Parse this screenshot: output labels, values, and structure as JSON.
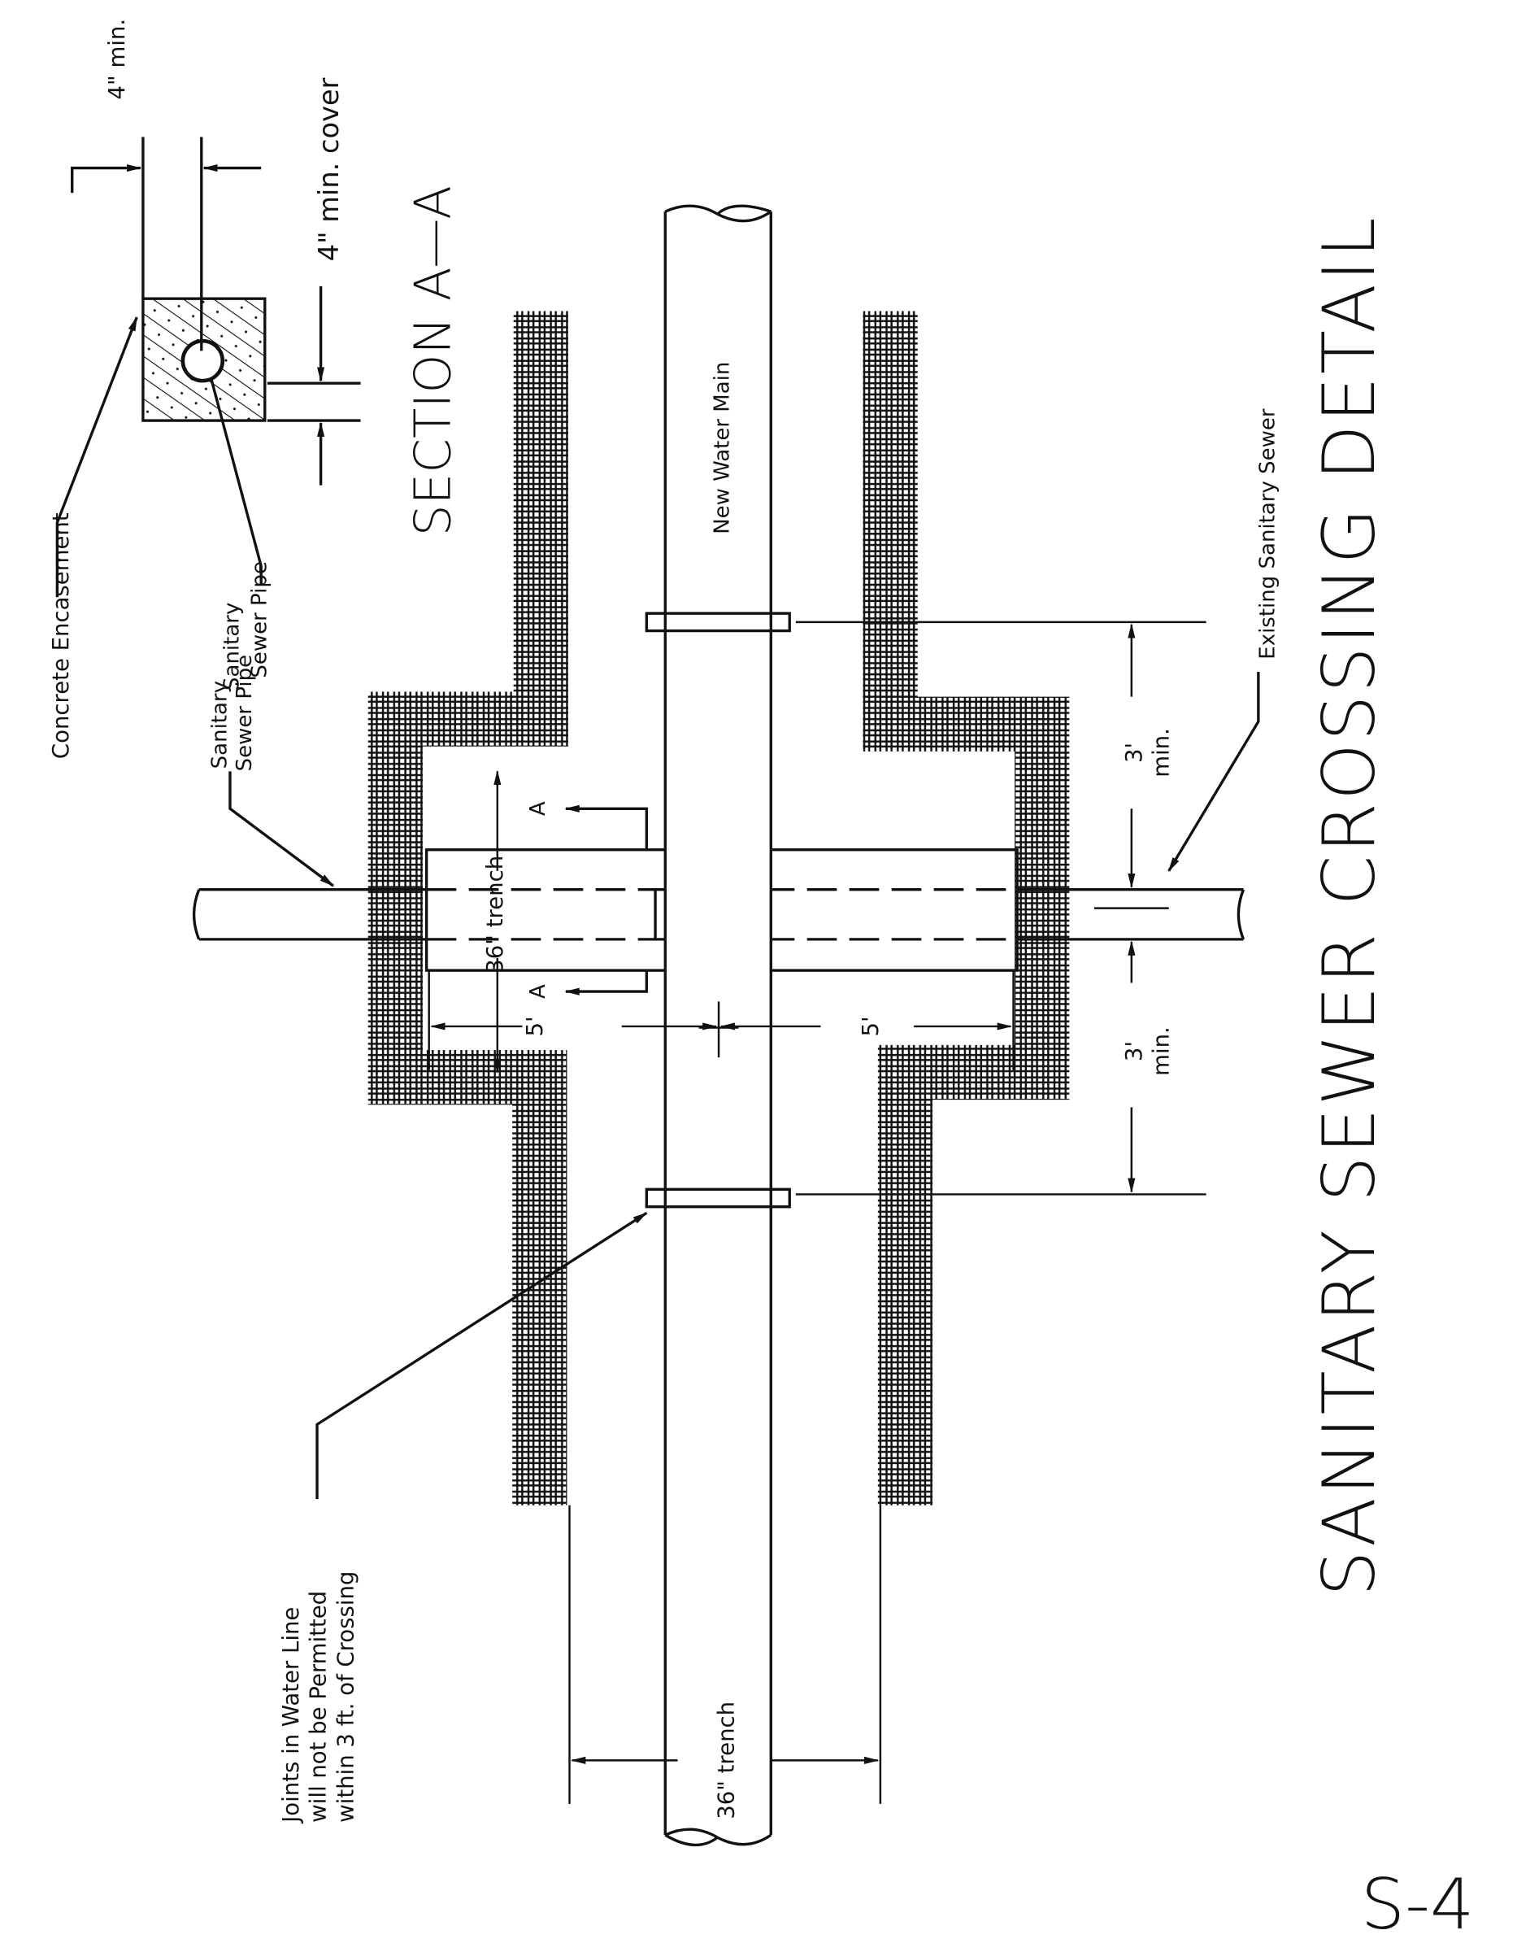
{
  "title": "SANITARY SEWER CROSSING DETAIL",
  "sheet_number": "S-4",
  "section": {
    "title": "SECTION A—A",
    "min_top": "4\" min.",
    "min_cover": "4\" min. cover",
    "concrete_label": "Concrete Encasement",
    "pipe_label_1": "Sanitary",
    "pipe_label_2": "Sewer Pipe"
  },
  "plan": {
    "water_main_label": "New Water Main",
    "existing_sewer_label": "Existing Sanitary Sewer",
    "sewer_pipe_label_1": "Sanitary",
    "sewer_pipe_label_2": "Sewer Pipe",
    "trench_top": "36\" trench",
    "trench_bottom": "36\" trench",
    "five_left": "5'",
    "five_right": "5'",
    "three_min_1a": "3'",
    "three_min_1b": "min.",
    "three_min_2a": "3'",
    "three_min_2b": "min.",
    "section_mark_1": "A",
    "section_mark_2": "A",
    "joints_note": [
      "Joints in Water Line",
      "will not be Permitted",
      "within 3 ft. of Crossing"
    ]
  }
}
